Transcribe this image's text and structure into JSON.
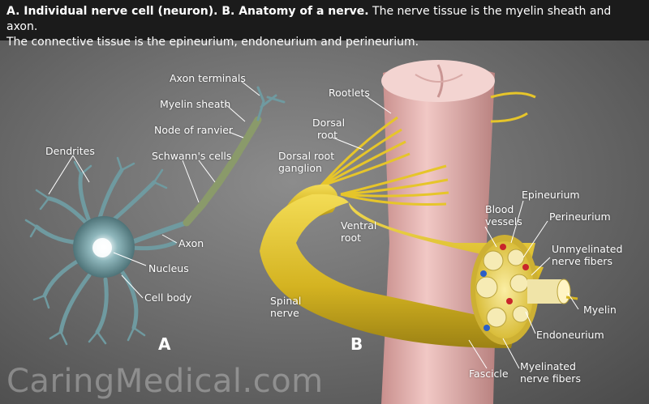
{
  "header": {
    "line1_bold": "A. Individual nerve cell (neuron). B. Anatomy of a nerve.",
    "line1_rest": " The nerve tissue is the myelin sheath and axon.",
    "line2": "The connective tissue is the epineurium, endoneurium and perineurium."
  },
  "labels": {
    "axon_terminals": "Axon terminals",
    "myelin_sheath": "Myelin sheath",
    "node_of_ranvier": "Node of ranvier",
    "schwanns_cells": "Schwann's cells",
    "dendrites": "Dendrites",
    "axon": "Axon",
    "nucleus": "Nucleus",
    "cell_body": "Cell body",
    "rootlets": "Rootlets",
    "dorsal_root_1": "Dorsal",
    "dorsal_root_2": "root",
    "drg_1": "Dorsal root",
    "drg_2": "ganglion",
    "ventral_root_1": "Ventral",
    "ventral_root_2": "root",
    "spinal_nerve_1": "Spinal",
    "spinal_nerve_2": "nerve",
    "blood_vessels_1": "Blood",
    "blood_vessels_2": "vessels",
    "epineurium": "Epineurium",
    "perineurium": "Perineurium",
    "unmyelinated_1": "Unmyelinated",
    "unmyelinated_2": "nerve fibers",
    "myelin": "Myelin",
    "endoneurium": "Endoneurium",
    "fascicle": "Fascicle",
    "myelinated_1": "Myelinated",
    "myelinated_2": "nerve fibers"
  },
  "panels": {
    "a": "A",
    "b": "B"
  },
  "watermark": "CaringMedical.com",
  "colors": {
    "neuron": "#7fa8ad",
    "nerve": "#e3c22a",
    "cord": "#e8b7b4"
  }
}
